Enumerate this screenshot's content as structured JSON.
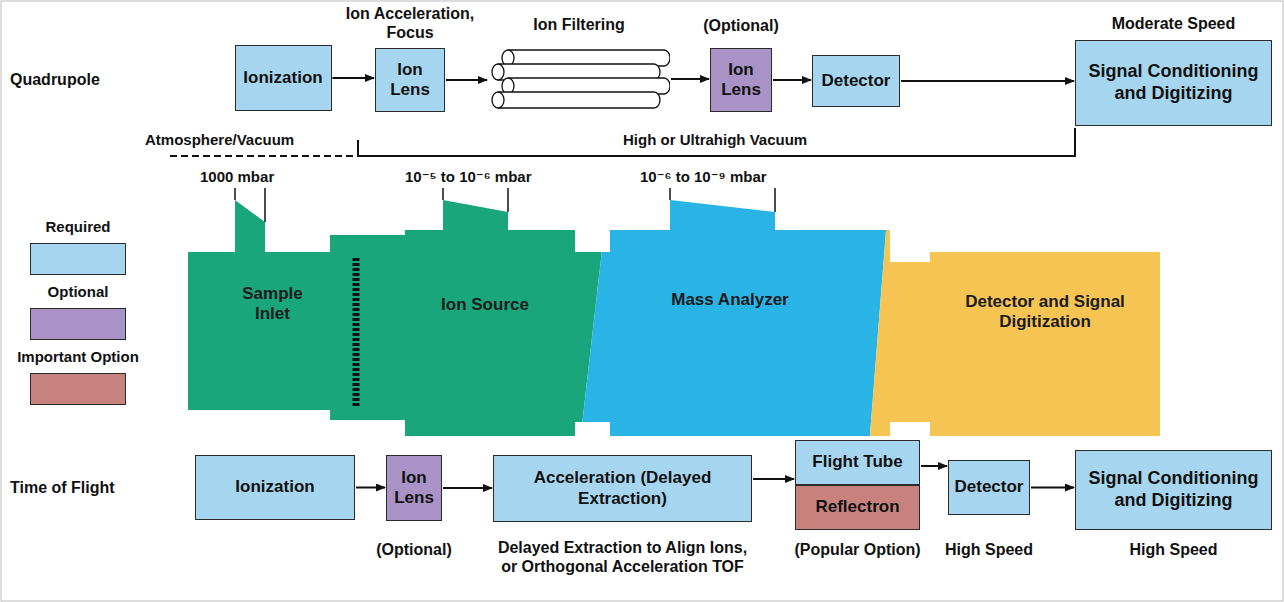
{
  "diagram": {
    "nodes": [
      {
        "text": [
          "Ionization"
        ]
      },
      {
        "text": [
          "Ion Acceleration, Focus",
          "Ion Lens"
        ]
      },
      {
        "text": [
          "Ion Filtering"
        ]
      },
      {
        "text": [
          "(Optional)",
          "Ion Lens"
        ]
      },
      {
        "text": [
          "Detector"
        ]
      },
      {
        "text": [
          "Moderate Speed",
          "Signal Conditioning and Digitizing"
        ]
      },
      {
        "text": [
          "Sample Inlet"
        ]
      },
      {
        "text": [
          "Ion Source"
        ]
      },
      {
        "text": [
          "Mass Analyzer"
        ]
      },
      {
        "text": [
          "Detector and Signal Digitization"
        ]
      },
      {
        "text": [
          "Ionization"
        ]
      },
      {
        "text": [
          "Ion Lens",
          "(Optional)"
        ]
      },
      {
        "text": [
          "Acceleration (Delayed Extraction)",
          "Delayed Extraction to Align Ions, or Orthogonal Acceleration TOF"
        ]
      },
      {
        "text": [
          "Flight Tube"
        ]
      },
      {
        "text": [
          "Reflectron",
          "(Popular Option)"
        ]
      },
      {
        "text": [
          "Detector",
          "High Speed"
        ]
      },
      {
        "text": [
          "Signal Conditioning and Digitizing",
          "High Speed"
        ]
      }
    ],
    "edges": [
      {
        "from": 0,
        "to": 1,
        "arrow": "to"
      },
      {
        "from": 1,
        "to": 2,
        "arrow": "to"
      },
      {
        "from": 2,
        "to": 3,
        "arrow": "to"
      },
      {
        "from": 3,
        "to": 4,
        "arrow": "to"
      },
      {
        "from": 4,
        "to": 5,
        "arrow": "to"
      },
      {
        "from": 10,
        "to": 11,
        "arrow": "to"
      },
      {
        "from": 11,
        "to": 12,
        "arrow": "to"
      },
      {
        "from": 12,
        "to": 13,
        "arrow": "to"
      },
      {
        "from": 13,
        "to": 15,
        "arrow": "to"
      },
      {
        "from": 15,
        "to": 16,
        "arrow": "to"
      }
    ],
    "labels": [
      "Quadrupole",
      "Atmosphere/Vacuum",
      "High or Ultrahigh Vacuum",
      "1000 mbar",
      "10⁻⁵ to 10⁻⁶ mbar",
      "10⁻⁶ to 10⁻⁹ mbar",
      "Time of Flight"
    ],
    "legend": [
      {
        "text": "Required",
        "color": "#a6d6ef"
      },
      {
        "text": "Optional",
        "color": "#a992c6"
      },
      {
        "text": "Important Option",
        "color": "#c8827e"
      }
    ]
  }
}
